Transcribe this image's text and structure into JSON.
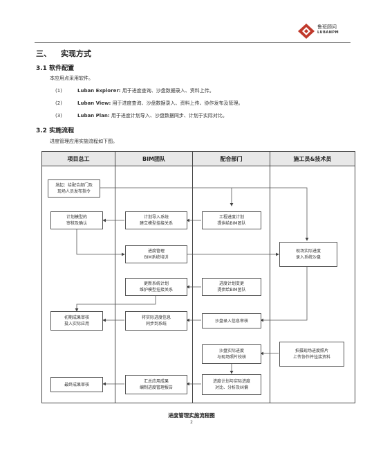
{
  "header": {
    "brand_cn": "鲁班顾问",
    "brand_en": "LUBANPM"
  },
  "section": {
    "number": "三、",
    "title": "实现方式"
  },
  "software": {
    "heading": "3.1  软件配置",
    "intro": "本应用点采用软件。",
    "items": [
      {
        "num": "(1)",
        "name": "Luban Explorer:",
        "desc": "用于进度查询、沙盘数据录入、资料上传。"
      },
      {
        "num": "(2)",
        "name": "Luban View:",
        "desc": "用于进度查询、沙盘数据录入、资料上传、协作发布及管理。"
      },
      {
        "num": "(3)",
        "name": "Luban Plan:",
        "desc": "用于进度计划导入、沙盘数据同步、计划于实际对比。"
      }
    ]
  },
  "process": {
    "heading": "3.2  实施流程",
    "intro": "进度管理应用实施流程如下图。"
  },
  "flowchart": {
    "columns": [
      "项目总工",
      "BIM团队",
      "配合部门",
      "施工员&技术员"
    ],
    "boxes": {
      "b1": [
        "发起：给配合部门及",
        "现场人员发布指令"
      ],
      "b2": [
        "计划模型的",
        "审核及确认"
      ],
      "b3": [
        "计划导入系统",
        "建立模型挂接关系"
      ],
      "b4": [
        "工程进度计划",
        "提供给BIM团队"
      ],
      "b5": [
        "进度管理",
        "BIM系统培训"
      ],
      "b6": [
        "现场实际进度",
        "录入系统沙盘"
      ],
      "b7": [
        "更新系统计划",
        "维护模型挂接关系"
      ],
      "b8": [
        "进度计划变更",
        "提供给BIM团队"
      ],
      "b9": [
        "初期成果审核",
        "投入实际应用"
      ],
      "b10": [
        "将实际进度信息",
        "同步到系统"
      ],
      "b11": [
        "沙盘录入信息审核"
      ],
      "b12": [
        "沙盘实际进度",
        "与现场照片校核"
      ],
      "b13": [
        "拍摄现场进度照片",
        "上传协作并挂接资料"
      ],
      "b14": [
        "最终成果审核"
      ],
      "b15": [
        "汇总应用成果",
        "编制进度管理报告"
      ],
      "b16": [
        "进度计划与实际进度",
        "对比、分析及纠偏"
      ]
    }
  },
  "caption": "进度管理实施流程图",
  "page_number": "2"
}
